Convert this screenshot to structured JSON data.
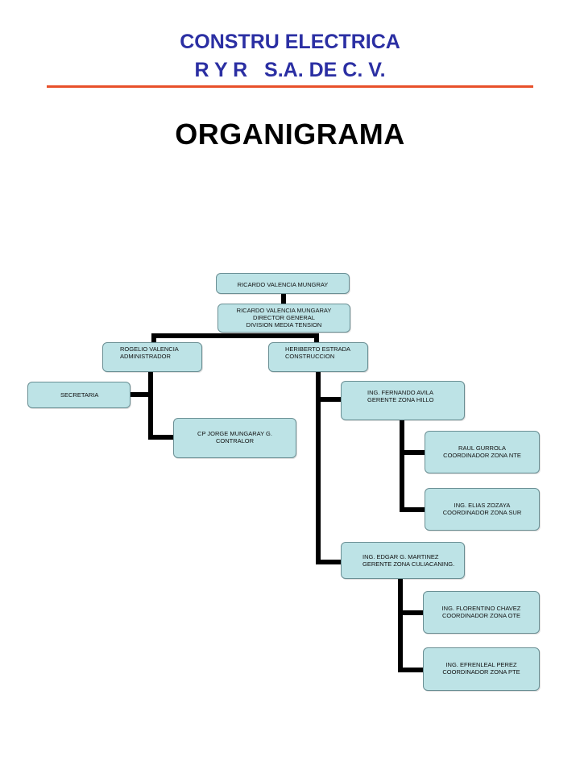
{
  "header": {
    "company_line1": "CONSTRU ELECTRICA",
    "company_line2": "R Y R   S.A. DE C. V.",
    "title": "ORGANIGRAMA"
  },
  "colors": {
    "heading": "#2b2fa3",
    "divider": "#e8502a",
    "node_fill": "#bde3e6",
    "connector": "#000000"
  },
  "org": {
    "top": {
      "name": "RICARDO VALENCIA MUNGRAY"
    },
    "director": {
      "name": "RICARDO VALENCIA MUNGARAY",
      "role": "DIRECTOR GENERAL",
      "division": "DIVISION MEDIA TENSION"
    },
    "admin": {
      "name": "ROGELIO VALENCIA",
      "role": "ADMINISTRADOR"
    },
    "secretaria": {
      "role": "SECRETARIA"
    },
    "contralor": {
      "name": "CP JORGE MUNGARAY G.",
      "role": "CONTRALOR"
    },
    "construccion": {
      "name": "HERIBERTO ESTRADA",
      "role": "CONSTRUCCION"
    },
    "gerente_hillo": {
      "name": "ING. FERNANDO AVILA",
      "role": "GERENTE ZONA HILLO"
    },
    "coord_nte": {
      "name": "RAUL GURROLA",
      "role": "COORDINADOR ZONA NTE"
    },
    "coord_sur": {
      "name": "ING. ELIAS  ZOZAYA",
      "role": "COORDINADOR ZONA SUR"
    },
    "gerente_culiacan": {
      "name": "ING. EDGAR G. MARTINEZ",
      "role": "GERENTE ZONA CULIACANING."
    },
    "coord_ote": {
      "name": "ING. FLORENTINO CHAVEZ",
      "role": "COORDINADOR ZONA OTE"
    },
    "coord_pte": {
      "name": "ING. EFRENLEAL  PEREZ",
      "role": "COORDINADOR ZONA PTE"
    }
  }
}
